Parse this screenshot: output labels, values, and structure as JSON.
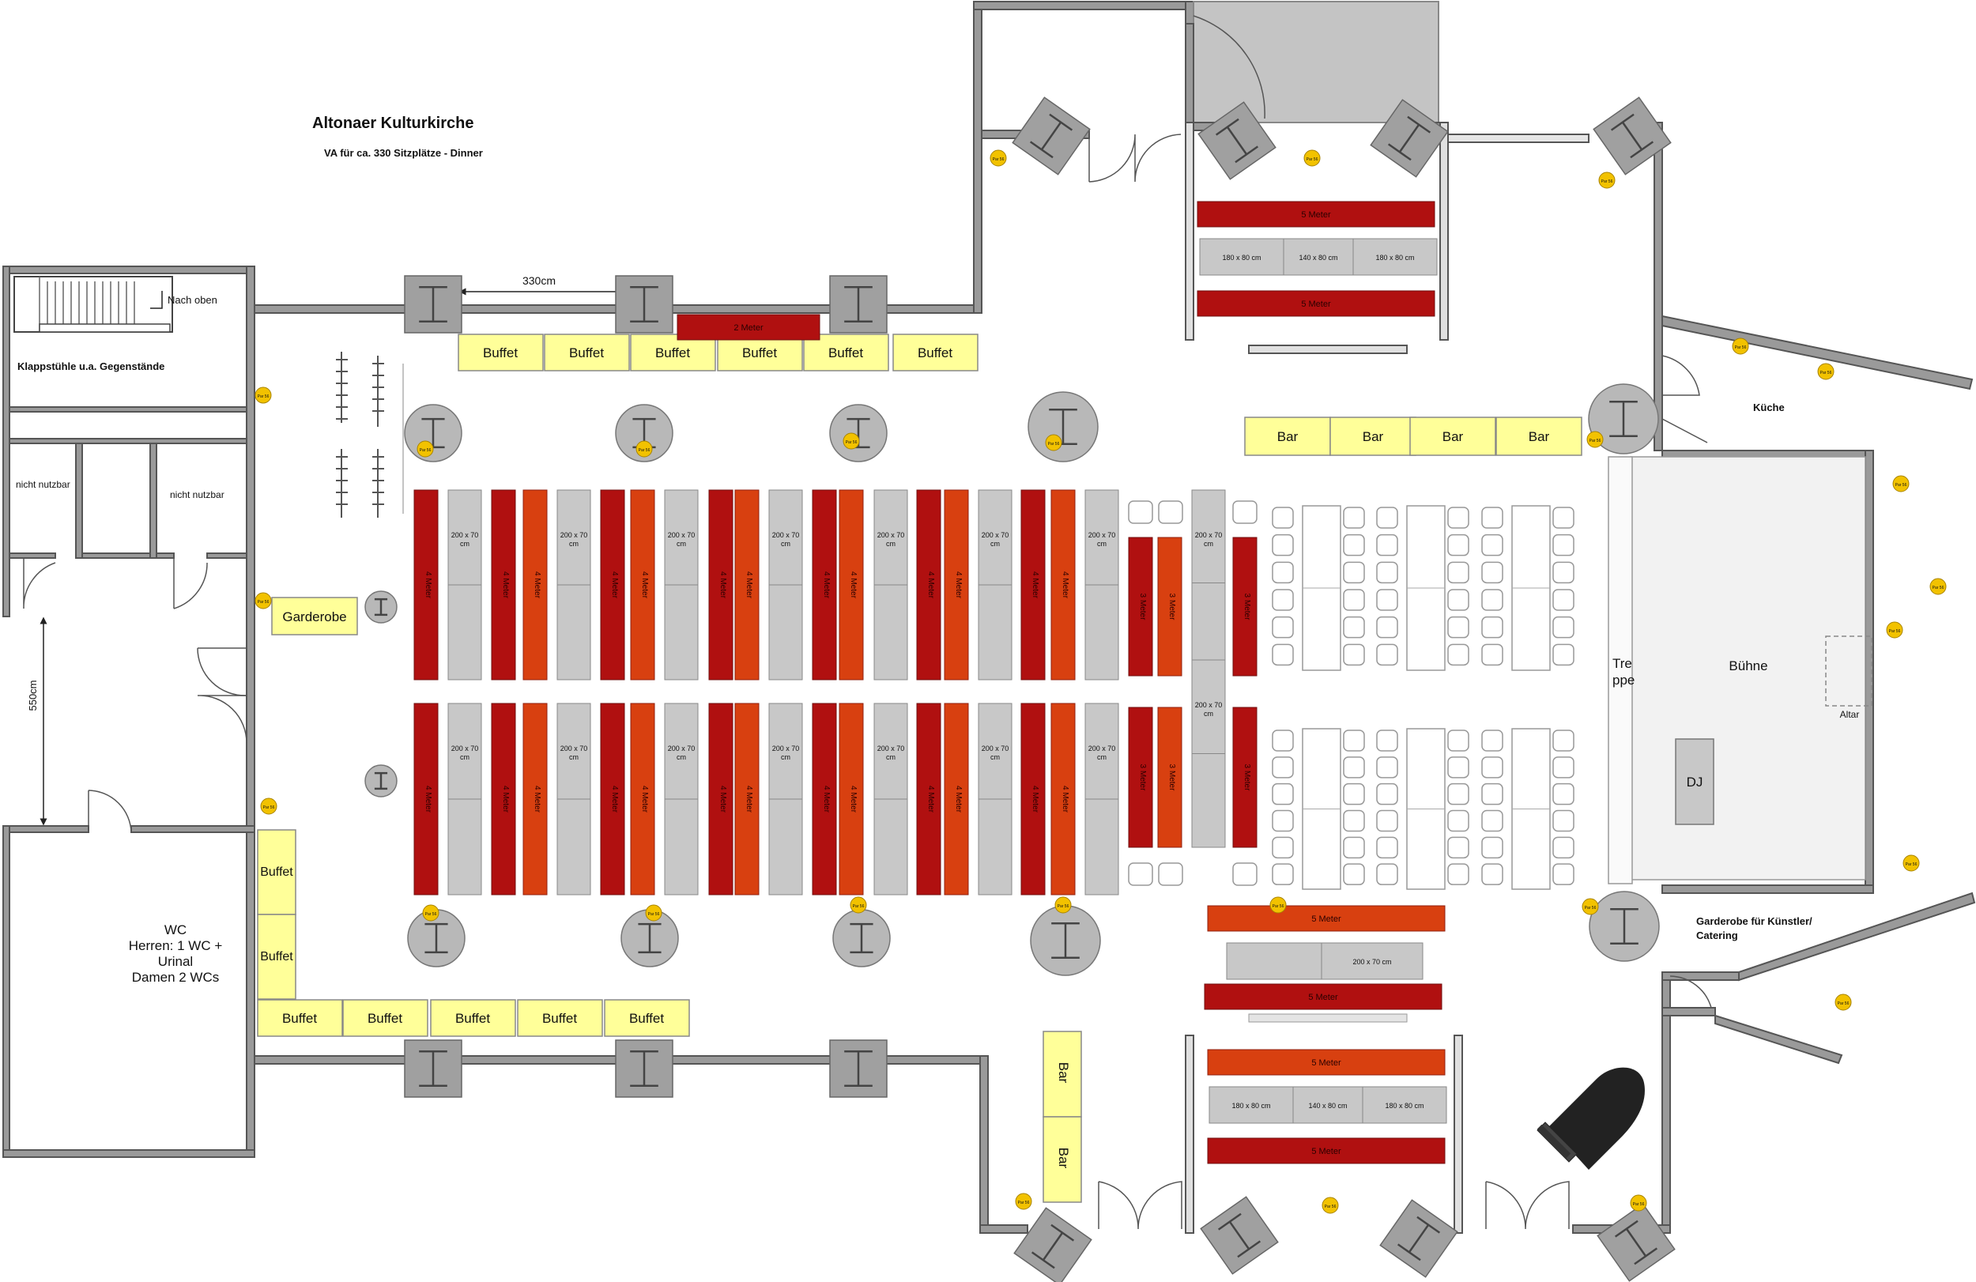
{
  "header": {
    "title": "Altonaer Kulturkirche",
    "subtitle": "VA für ca. 330 Sitzplätze - Dinner"
  },
  "rooms": {
    "storage": "Klappstühle u.a. Gegenstände",
    "stairs": "Nach oben",
    "unusable_left": "nicht nutzbar",
    "unusable_right": "nicht nutzbar",
    "wc_lines": [
      "WC",
      "Herren: 1 WC +",
      "Urinal",
      "Damen 2 WCs"
    ],
    "kitchen": "Küche",
    "artists": [
      "Garderobe für Künstler/",
      "Catering"
    ],
    "stage": "Bühne",
    "stairs_stage": [
      "Tre",
      "ppe"
    ],
    "altar": "Altar",
    "dj": "DJ",
    "garderobe": "Garderobe"
  },
  "dimensions": {
    "top": "330cm",
    "left": "550cm"
  },
  "buffets": {
    "label": "Buffet",
    "top_count": 6,
    "bottom_count": 5,
    "left_count": 2
  },
  "bars": {
    "label": "Bar",
    "top_count": 4,
    "bottom_count": 2
  },
  "tables": {
    "long_4": "4 Meter",
    "long_3": "3 Meter",
    "long_5": "5 Meter",
    "long_2": "2 Meter",
    "grey_200": "200 x 70 cm",
    "grey_180": "180 x 80 cm",
    "grey_140": "140 x 80 cm"
  },
  "spot_label": "Par 56",
  "colors": {
    "buffet": "#ffff99",
    "table_red_dark": "#b01010",
    "table_red_light": "#d84010",
    "table_grey": "#c8c8c8",
    "pillar": "#a0a0a0",
    "spot": "#f2c200"
  }
}
